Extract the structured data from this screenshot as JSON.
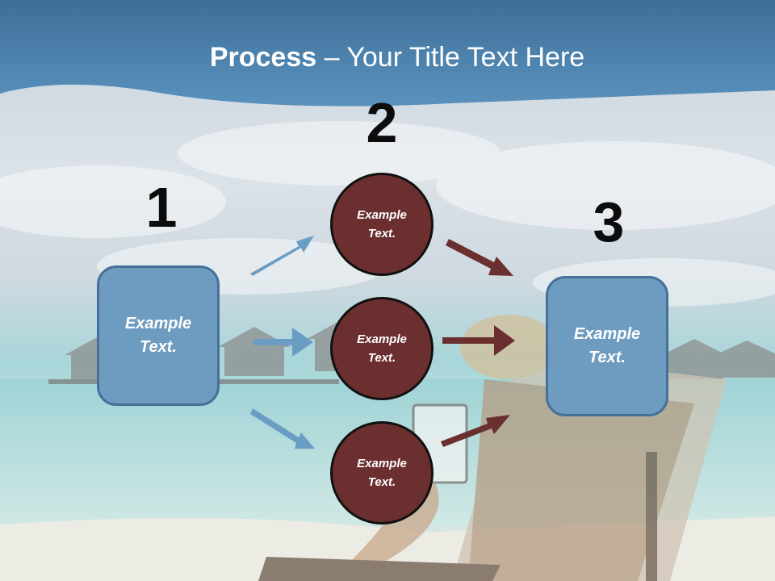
{
  "title": {
    "bold": "Process",
    "rest": " – Your Title Text Here"
  },
  "steps": {
    "one": "1",
    "two": "2",
    "three": "3"
  },
  "boxes": {
    "left": "Example Text.",
    "right": "Example Text."
  },
  "circles": [
    "Example Text.",
    "Example Text.",
    "Example Text."
  ],
  "colors": {
    "header": "#4a83ad",
    "box": "#6d9cc0",
    "circle": "#6b2f2f",
    "arrow_blue": "#6a9dc4",
    "arrow_red": "#6b2f2f"
  }
}
